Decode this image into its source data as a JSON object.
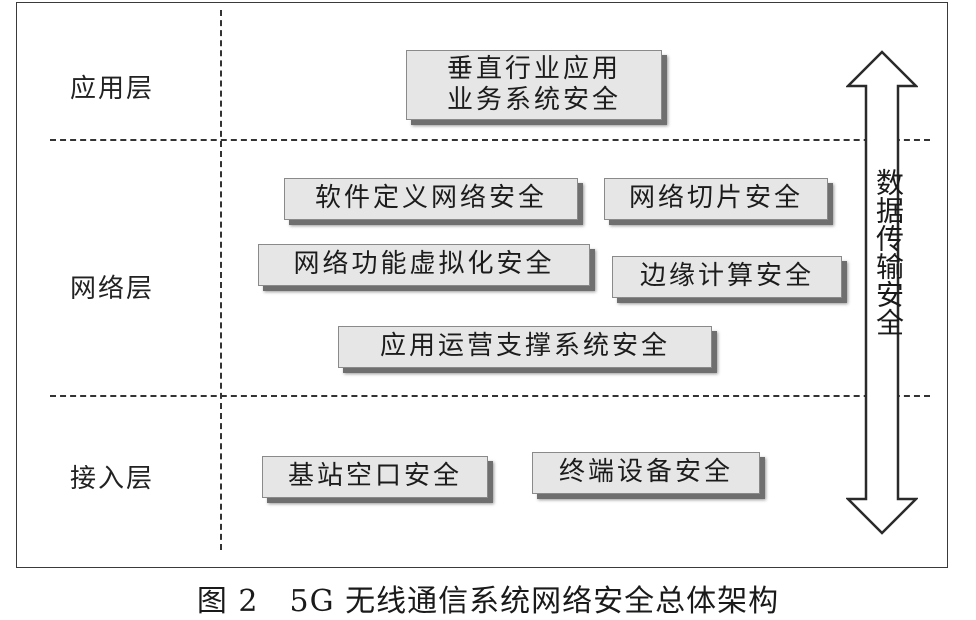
{
  "layers": {
    "application": "应用层",
    "network": "网络层",
    "access": "接入层"
  },
  "boxes": {
    "vertical_line1": "垂直行业应用",
    "vertical_line2": "业务系统安全",
    "sdn": "软件定义网络安全",
    "slicing": "网络切片安全",
    "nfv": "网络功能虚拟化安全",
    "edge": "边缘计算安全",
    "ops": "应用运营支撑系统安全",
    "air_interface": "基站空口安全",
    "terminal": "终端设备安全"
  },
  "side_arrow": {
    "label": "数据传输安全"
  },
  "caption": "图 2　5G 无线通信系统网络安全总体架构"
}
